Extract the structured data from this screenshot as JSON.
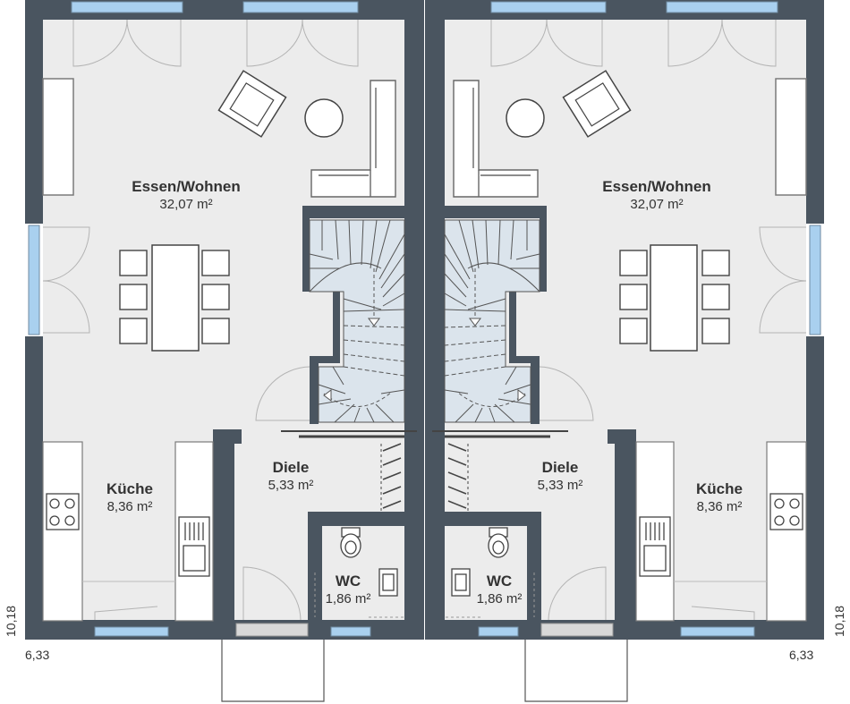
{
  "colors": {
    "wall": "#4a5560",
    "floor": "#ececec",
    "window": "#a9d0ef",
    "stair": "#dbe4ec",
    "line": "#999999"
  },
  "units": {
    "left": {
      "living": {
        "name": "Essen/Wohnen",
        "area": "32,07 m²"
      },
      "kitchen": {
        "name": "Küche",
        "area": "8,36 m²"
      },
      "hall": {
        "name": "Diele",
        "area": "5,33 m²"
      },
      "wc": {
        "name": "WC",
        "area": "1,86 m²"
      }
    },
    "right": {
      "living": {
        "name": "Essen/Wohnen",
        "area": "32,07 m²"
      },
      "kitchen": {
        "name": "Küche",
        "area": "8,36 m²"
      },
      "hall": {
        "name": "Diele",
        "area": "5,33 m²"
      },
      "wc": {
        "name": "WC",
        "area": "1,86 m²"
      }
    }
  },
  "dimensions": {
    "width_left": "6,33",
    "width_right": "6,33",
    "depth_left": "10,18",
    "depth_right": "10,18"
  }
}
